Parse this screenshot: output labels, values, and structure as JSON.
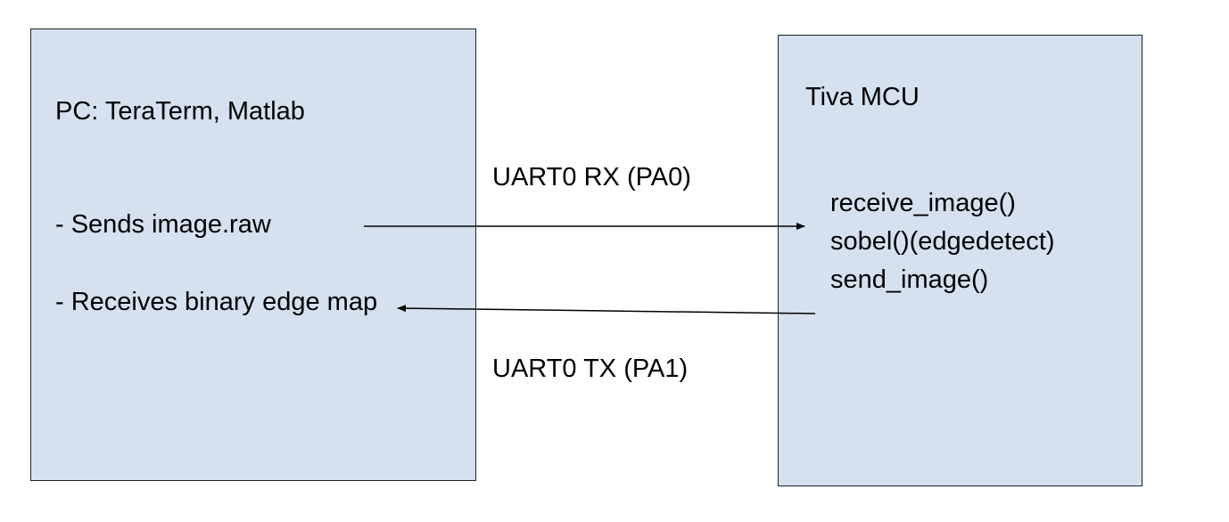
{
  "pc": {
    "title": "PC: TeraTerm, Matlab",
    "sends": "- Sends image.raw",
    "receives": "- Receives binary edge map"
  },
  "mcu": {
    "title": "Tiva MCU",
    "functions": [
      "receive_image()",
      "sobel()(edgedetect)",
      "send_image()"
    ]
  },
  "links": {
    "rx_label": "UART0 RX (PA0)",
    "tx_label": "UART0 TX (PA1)"
  },
  "colors": {
    "box_fill": "#d5e1ef",
    "border": "#222222"
  }
}
